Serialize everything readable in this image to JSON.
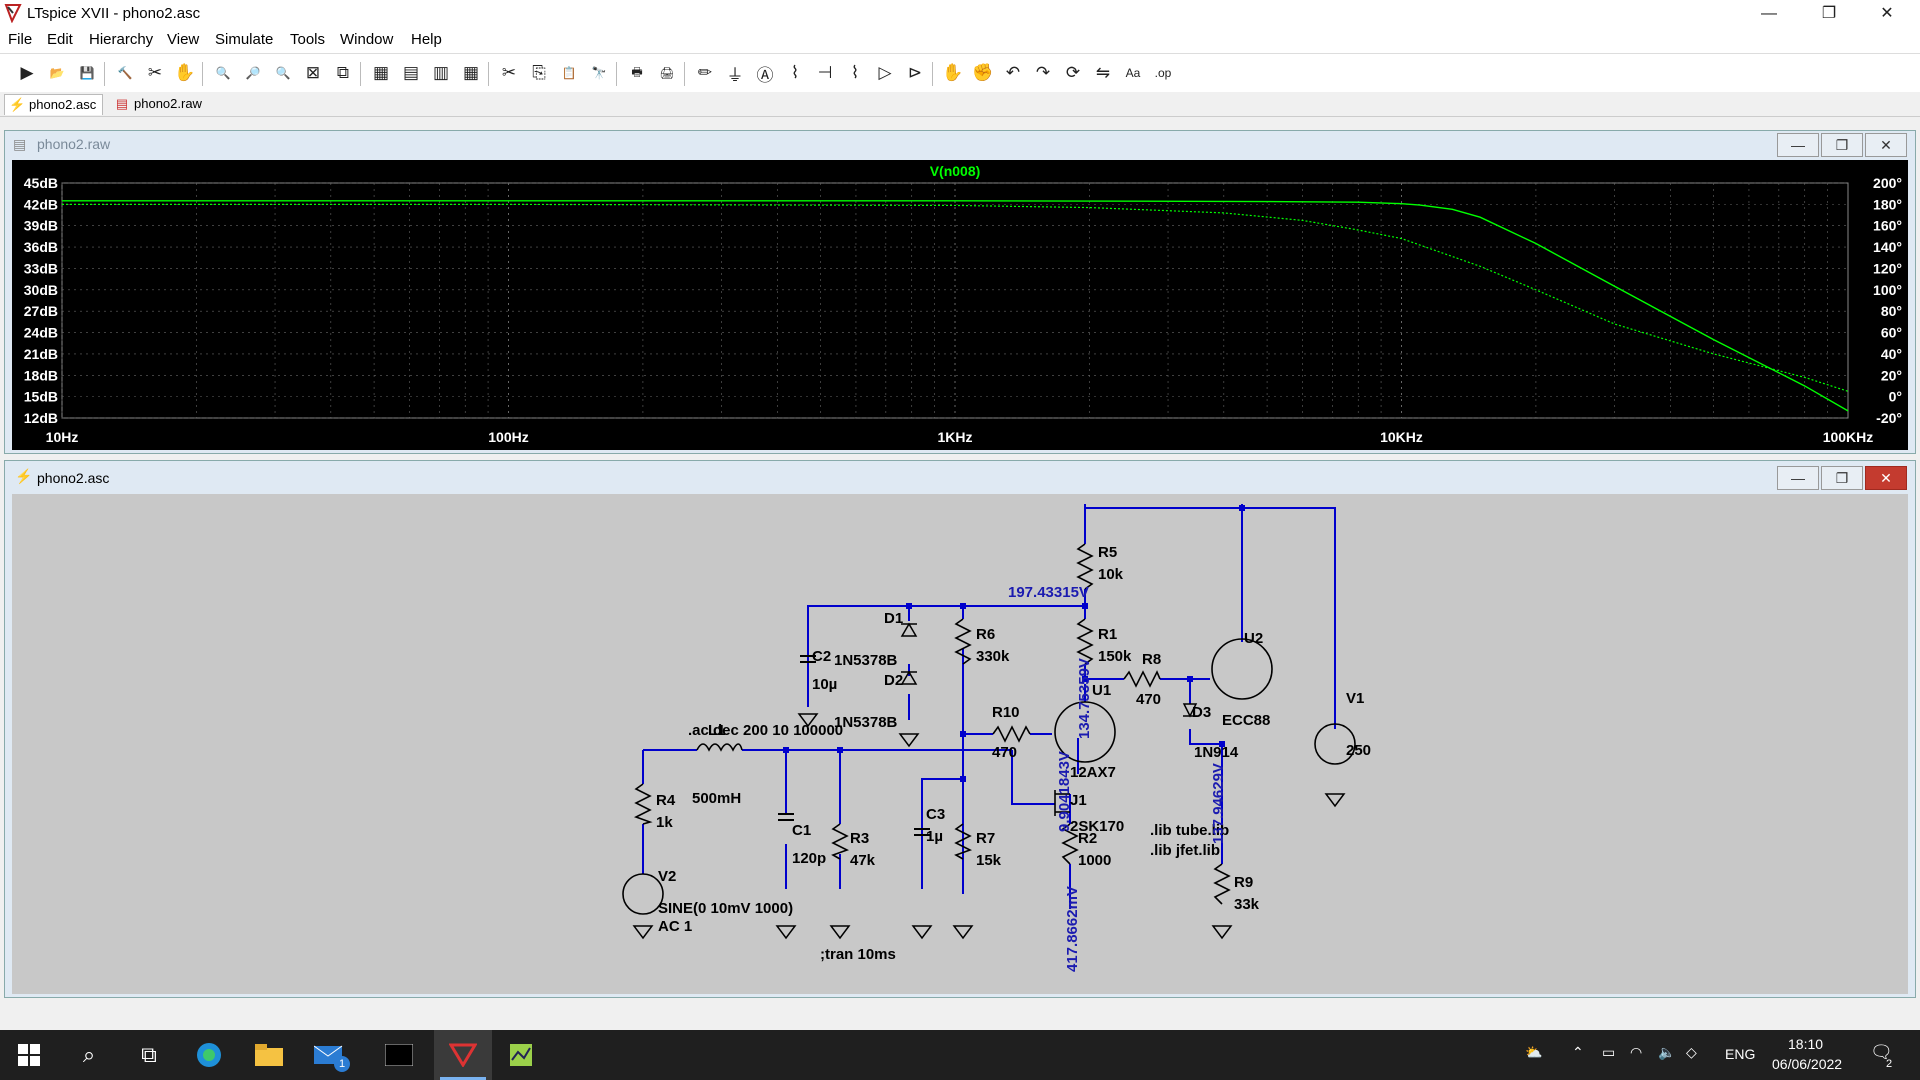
{
  "app": {
    "title": "LTspice XVII - phono2.asc",
    "window_controls": {
      "minimize": "—",
      "maximize": "❐",
      "close": "✕"
    }
  },
  "menu": [
    "File",
    "Edit",
    "Hierarchy",
    "View",
    "Simulate",
    "Tools",
    "Window",
    "Help"
  ],
  "toolbar": {
    "icons": [
      "run-icon",
      "open-icon",
      "save-icon",
      "control-panel-icon",
      "halt-icon",
      "pan-icon",
      "zoom-in-icon",
      "zoom-area-icon",
      "zoom-out-icon",
      "zoom-fit-icon",
      "autorange-icon",
      "grid-icon",
      "tile-horizontal-icon",
      "cascade-icon",
      "tile-vertical-icon",
      "cut-icon",
      "copy-icon",
      "paste-icon",
      "find-icon",
      "print-preview-icon",
      "print-icon",
      "wire-icon",
      "ground-icon",
      "label-net-icon",
      "resistor-icon",
      "capacitor-icon",
      "inductor-icon",
      "diode-icon",
      "component-icon",
      "move-icon",
      "drag-icon",
      "undo-icon",
      "redo-icon",
      "rotate-icon",
      "mirror-icon",
      "text-icon",
      "spice-directive-icon"
    ],
    "glyphs": [
      "▶",
      "📂",
      "💾",
      "🔨",
      "✂",
      "✋",
      "🔍",
      "🔎",
      "🔍",
      "⊠",
      "⧉",
      "▦",
      "▤",
      "▥",
      "▦",
      "✂",
      "⎘",
      "📋",
      "🔭",
      "🖶",
      "🖨",
      "✏",
      "⏚",
      "Ⓐ",
      "⌇",
      "⊣",
      "⌇",
      "▷",
      "⊳",
      "✋",
      "✊",
      "↶",
      "↷",
      "⟳",
      "⇋",
      "Aa",
      ".op"
    ],
    "text_labels": {
      "text": "Aa",
      "op": ".op"
    }
  },
  "doc_tabs": [
    {
      "label": "phono2.asc",
      "icon": "schematic-icon",
      "active": true
    },
    {
      "label": "phono2.raw",
      "icon": "waveform-icon",
      "active": false
    }
  ],
  "plot_window": {
    "title": "phono2.raw",
    "trace_label": "V(n008)",
    "trace_color": "#00ff00"
  },
  "chart_data": {
    "type": "line",
    "title": "V(n008)",
    "x_scale": "log",
    "xlim": [
      10,
      100000
    ],
    "x_ticks": [
      "10Hz",
      "100Hz",
      "1KHz",
      "10KHz",
      "100KHz"
    ],
    "y_left_ticks": [
      "45dB",
      "42dB",
      "39dB",
      "36dB",
      "33dB",
      "30dB",
      "27dB",
      "24dB",
      "21dB",
      "18dB",
      "15dB",
      "12dB"
    ],
    "y_left_lim": [
      12,
      45
    ],
    "y_right_ticks": [
      "200°",
      "180°",
      "160°",
      "140°",
      "120°",
      "100°",
      "80°",
      "60°",
      "40°",
      "20°",
      "0°",
      "-20°"
    ],
    "y_right_lim": [
      -20,
      200
    ],
    "grid": true,
    "series": [
      {
        "style": "solid",
        "axis": "left",
        "unit": "dB",
        "x": [
          10,
          100,
          1000,
          5000,
          8000,
          10000,
          11000,
          13000,
          15000,
          20000,
          30000,
          50000,
          80000,
          100000
        ],
        "y": [
          42.5,
          42.5,
          42.5,
          42.4,
          42.3,
          42.1,
          41.9,
          41.3,
          40.2,
          36.5,
          30.5,
          23.0,
          16.5,
          13.0
        ]
      },
      {
        "style": "dotted",
        "axis": "right",
        "unit": "deg",
        "x": [
          10,
          100,
          1000,
          2000,
          4000,
          6000,
          8000,
          10000,
          15000,
          20000,
          30000,
          50000,
          80000,
          100000
        ],
        "y": [
          180,
          180,
          179,
          177,
          172,
          165,
          156,
          148,
          122,
          100,
          68,
          40,
          18,
          5
        ]
      }
    ]
  },
  "schematic_window": {
    "title": "phono2.asc"
  },
  "schematic": {
    "components": [
      {
        "name": "R5",
        "value": "10k"
      },
      {
        "name": "R1",
        "value": "150k"
      },
      {
        "name": "R6",
        "value": "330k"
      },
      {
        "name": "R10",
        "value": "470"
      },
      {
        "name": "R8",
        "value": "470"
      },
      {
        "name": "R4",
        "value": "1k"
      },
      {
        "name": "R3",
        "value": "47k"
      },
      {
        "name": "R7",
        "value": "15k"
      },
      {
        "name": "R2",
        "value": "1000"
      },
      {
        "name": "R9",
        "value": "33k"
      },
      {
        "name": "C2",
        "value": "10µ"
      },
      {
        "name": "C1",
        "value": "120p"
      },
      {
        "name": "C3",
        "value": "1µ"
      },
      {
        "name": "L1",
        "value": "500mH"
      },
      {
        "name": "D1",
        "value": "1N5378B"
      },
      {
        "name": "D2",
        "value": "1N5378B"
      },
      {
        "name": "D3",
        "value": "1N914"
      },
      {
        "name": "U1",
        "value": "12AX7"
      },
      {
        "name": "U2",
        "value": "ECC88"
      },
      {
        "name": "J1",
        "value": "2SK170"
      },
      {
        "name": "V1",
        "value": "250"
      },
      {
        "name": "V2",
        "value": "SINE(0 10mV 1000)"
      }
    ],
    "v2_ac": "AC 1",
    "directives": [
      ".ac dec 200 10 100000",
      ";tran 10ms",
      ".lib tube.lib",
      ".lib jfet.lib"
    ],
    "node_voltages": [
      "197.43315V",
      "134.75359V",
      "9.9041843V",
      "417.8662mV",
      "137.94629V"
    ],
    "wire_color": "#0000cc"
  },
  "taskbar": {
    "icons": [
      "start-icon",
      "search-icon",
      "task-view-icon",
      "edge-icon",
      "file-explorer-icon",
      "mail-icon",
      "terminal-icon",
      "ltspice-icon",
      "app-icon"
    ],
    "mail_badge": "1",
    "tray": {
      "language": "ENG",
      "time": "18:10",
      "date": "06/06/2022",
      "notifications": "2"
    }
  }
}
